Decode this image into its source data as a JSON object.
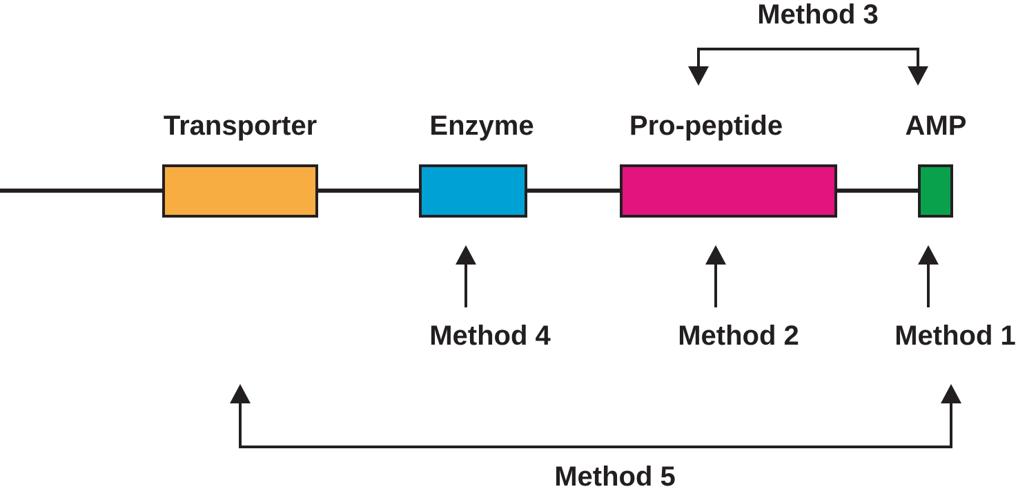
{
  "figure": {
    "background": "#FFFFFF",
    "line_color": "#231F20",
    "text_color": "#231F20",
    "gene_cluster": {
      "genes": [
        {
          "label": "Transporter",
          "color": "#F7AD42"
        },
        {
          "label": "Enzyme",
          "color": "#00A2D6"
        },
        {
          "label": "Pro-peptide",
          "color": "#E2157F"
        },
        {
          "label": "AMP",
          "color": "#0AA14D"
        }
      ]
    },
    "methods": {
      "method1": {
        "label": "Method 1"
      },
      "method2": {
        "label": "Method 2"
      },
      "method3": {
        "label": "Method 3"
      },
      "method4": {
        "label": "Method 4"
      },
      "method5": {
        "label": "Method 5"
      }
    }
  }
}
